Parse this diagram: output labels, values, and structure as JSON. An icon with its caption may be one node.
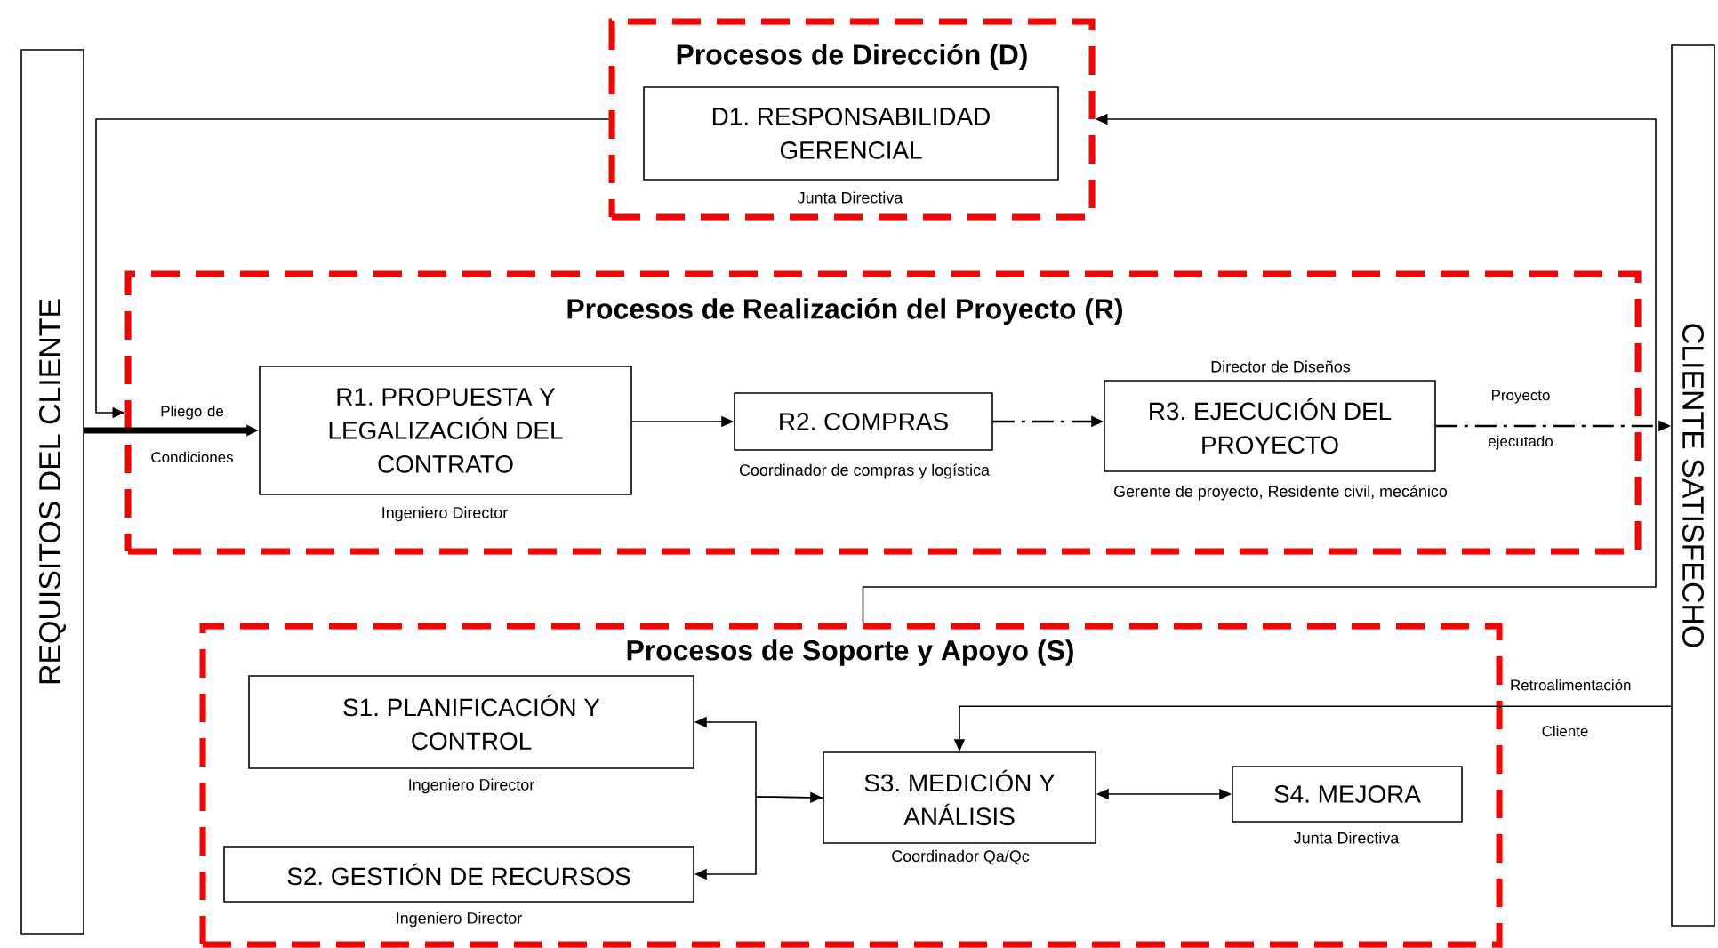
{
  "diagram": {
    "nodes": [
      {
        "text": [
          "REQUISITOS DEL CLIENTE"
        ]
      },
      {
        "text": [
          "Procesos de Dirección (D)"
        ]
      },
      {
        "text": [
          "D1. RESPONSABILIDAD GERENCIAL"
        ],
        "in": 1,
        "beside": [
          "Junta Directiva"
        ]
      },
      {
        "text": [
          "Procesos de Realización del Proyecto (R)"
        ]
      },
      {
        "text": [
          "R1. PROPUESTA Y LEGALIZACIÓN DEL CONTRATO"
        ],
        "in": 3,
        "beside": [
          "Ingeniero Director"
        ]
      },
      {
        "text": [
          "R2. COMPRAS"
        ],
        "in": 3,
        "beside": [
          "Coordinador de compras y logística"
        ]
      },
      {
        "text": [
          "R3. EJECUCIÓN DEL PROYECTO"
        ],
        "in": 3,
        "beside": [
          "Director de Diseños",
          "Gerente de proyecto, Residente civil, mecánico"
        ]
      },
      {
        "text": [
          "Procesos de Soporte y Apoyo (S)"
        ]
      },
      {
        "text": [
          "S1. PLANIFICACIÓN Y CONTROL"
        ],
        "in": 7,
        "beside": [
          "Ingeniero Director"
        ]
      },
      {
        "text": [
          "S2. GESTIÓN DE RECURSOS"
        ],
        "in": 7,
        "beside": [
          "Ingeniero Director"
        ]
      },
      {
        "text": [
          "S3. MEDICIÓN Y ANÁLISIS"
        ],
        "in": 7,
        "beside": [
          "Coordinador Qa/Qc"
        ]
      },
      {
        "text": [
          "S4. MEJORA"
        ],
        "in": 7,
        "beside": [
          "Junta Directiva"
        ]
      },
      {
        "text": [
          "CLIENTE SATISFECHO"
        ]
      }
    ],
    "edges": [
      {
        "from": 0,
        "to": 4,
        "arrow": "to",
        "label": "Pliego de Condiciones",
        "style": "thick"
      },
      {
        "from": 1,
        "to": 3,
        "arrow": "to"
      },
      {
        "from": 4,
        "to": 5,
        "arrow": "to"
      },
      {
        "from": 5,
        "to": 6,
        "arrow": "to",
        "style": "dashed"
      },
      {
        "from": 6,
        "to": 12,
        "arrow": "to",
        "label": "Proyecto ejecutado",
        "style": "dashed"
      },
      {
        "from": 7,
        "to": 1,
        "arrow": "to"
      },
      {
        "from": 12,
        "to": 10,
        "arrow": "to",
        "label": "Retroalimentación Cliente"
      },
      {
        "from": 8,
        "to": 10,
        "arrow": "both"
      },
      {
        "from": 10,
        "to": 9,
        "arrow": "to"
      },
      {
        "from": 10,
        "to": 11,
        "arrow": "both"
      }
    ]
  }
}
